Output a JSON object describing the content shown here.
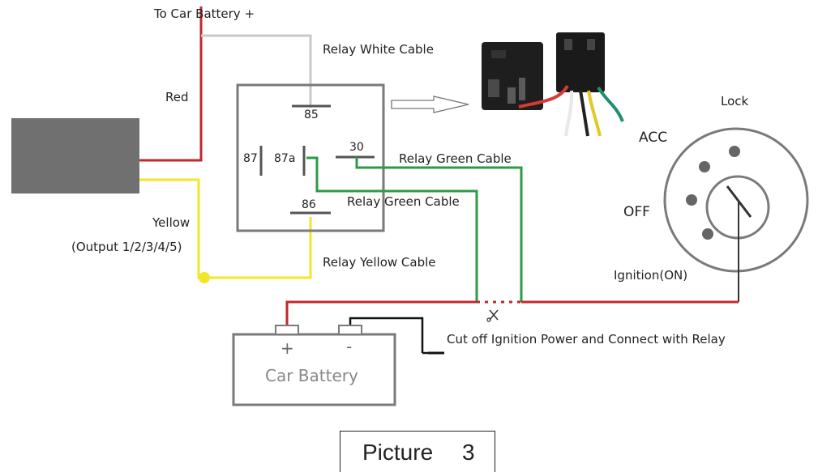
{
  "labels": {
    "to_car_battery": "To Car Battery +",
    "relay_white_cable": "Relay White Cable",
    "red": "Red",
    "yellow": "Yellow",
    "output": "(Output 1/2/3/4/5)",
    "relay_green_cable_1": "Relay Green Cable",
    "relay_green_cable_2": "Relay Green Cable",
    "relay_yellow_cable": "Relay Yellow Cable",
    "lock": "Lock",
    "acc": "ACC",
    "off": "OFF",
    "ignition_on": "Ignition(ON)",
    "cut_off": "Cut off Ignition Power and Connect with Relay"
  },
  "relay_pins": {
    "p85": "85",
    "p87": "87",
    "p87a": "87a",
    "p30": "30",
    "p86": "86"
  },
  "battery": {
    "label": "Car Battery",
    "plus": "+",
    "minus": "-"
  },
  "caption": {
    "word": "Picture",
    "number": "3"
  },
  "colors": {
    "red_wire": "#c0282d",
    "white_wire": "#c8c8c8",
    "green_wire": "#2e9a48",
    "yellow_wire": "#f2e62a",
    "black_wire": "#111111",
    "device": "#707070",
    "outline": "#7a7a7a"
  }
}
